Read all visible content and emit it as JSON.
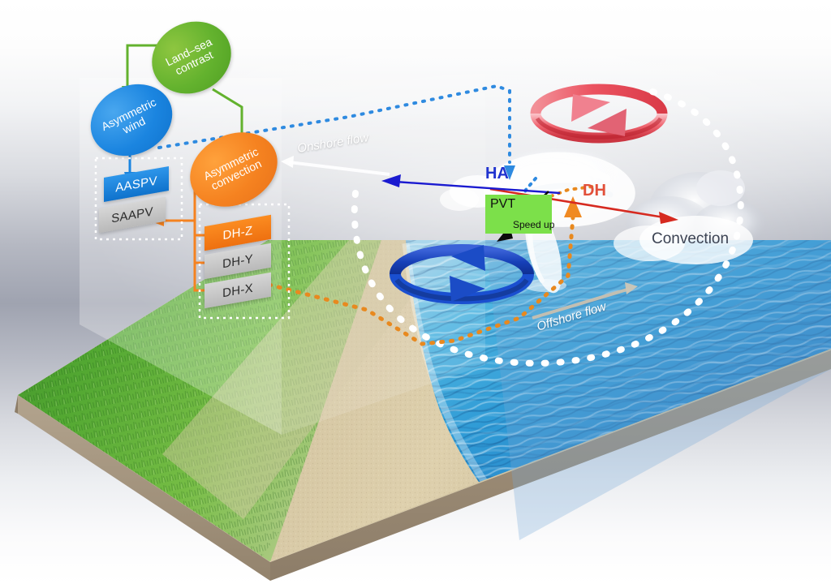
{
  "figure": {
    "type": "schematic-diagram",
    "subject": "Land-sea contrast driven asymmetric wind and convection coastal circulation schematic"
  },
  "flowchart": {
    "nodes": [
      {
        "id": "land-sea-contrast",
        "label": "Land–sea\ncontrast",
        "shape": "ellipse",
        "color": "#63b22e",
        "text_color": "#ffffff"
      },
      {
        "id": "asymmetric-wind",
        "label": "Asymmetric\nwind",
        "shape": "ellipse",
        "color": "#1b85e0",
        "text_color": "#ffffff"
      },
      {
        "id": "asymmetric-convection",
        "label": "Asymmetric\nconvection",
        "shape": "ellipse",
        "color": "#f58220",
        "text_color": "#ffffff"
      }
    ],
    "boxes": [
      {
        "id": "aaspv",
        "label": "AASPV",
        "color": "#1b85e0",
        "text_color": "#ffffff"
      },
      {
        "id": "saapv",
        "label": "SAAPV",
        "color": "#cfcfcf",
        "text_color": "#2b2b2b"
      },
      {
        "id": "dh-z",
        "label": "DH-Z",
        "color": "#f07a12",
        "text_color": "#ffffff"
      },
      {
        "id": "dh-y",
        "label": "DH-Y",
        "color": "#c6c6c6",
        "text_color": "#2b2b2b"
      },
      {
        "id": "dh-x",
        "label": "DH-X",
        "color": "#c6c6c6",
        "text_color": "#2b2b2b"
      }
    ],
    "connector_colors": {
      "green": "#63b22e",
      "blue": "#1b85e0",
      "orange": "#f58220"
    }
  },
  "scene_labels": {
    "onshore_flow": "Onshore flow",
    "offshore_flow": "Offshore flow",
    "convection": "Convection",
    "ha": "HA",
    "dh": "DH",
    "pvt": "PVT",
    "speed_up": "Speed up"
  },
  "label_colors": {
    "ha": "#2033cf",
    "dh": "#e2503a",
    "convection": "#3c4353",
    "pvt_box": "#7ce04a",
    "flow_text": "#ffffff"
  },
  "circulations": [
    {
      "id": "upper-air-circulation",
      "color": "#e8414f",
      "position": "upper-right-sky",
      "direction": "clockwise"
    },
    {
      "id": "ocean-surface-circulation",
      "color": "#1640b8",
      "position": "ocean-center",
      "direction": "clockwise"
    }
  ],
  "paths": [
    {
      "id": "blue-dotted-path",
      "color": "#2e8ae0",
      "style": "dotted",
      "from": "asymmetric-wind",
      "to": "ha"
    },
    {
      "id": "orange-dotted-path",
      "color": "#e8891f",
      "style": "dotted",
      "from": "asymmetric-convection",
      "to": "dh"
    },
    {
      "id": "white-dotted-loop",
      "color": "#ffffff",
      "style": "dotted",
      "from": "coastal-sector",
      "to": "convection-cell"
    },
    {
      "id": "red-arrow",
      "color": "#d62a20",
      "style": "solid",
      "from": "vortex",
      "to": "convection"
    },
    {
      "id": "blue-arrow",
      "color": "#1a1ad0",
      "style": "solid",
      "from": "vortex",
      "to": "offshore-west"
    },
    {
      "id": "speed-up-arrow",
      "color": "#111111",
      "style": "solid",
      "from": "pvt",
      "to": "down-left"
    }
  ],
  "terrain": {
    "land": "vegetated cropland",
    "beach": "sand",
    "ocean": "sea surface",
    "soil_color": "#a1907c"
  }
}
